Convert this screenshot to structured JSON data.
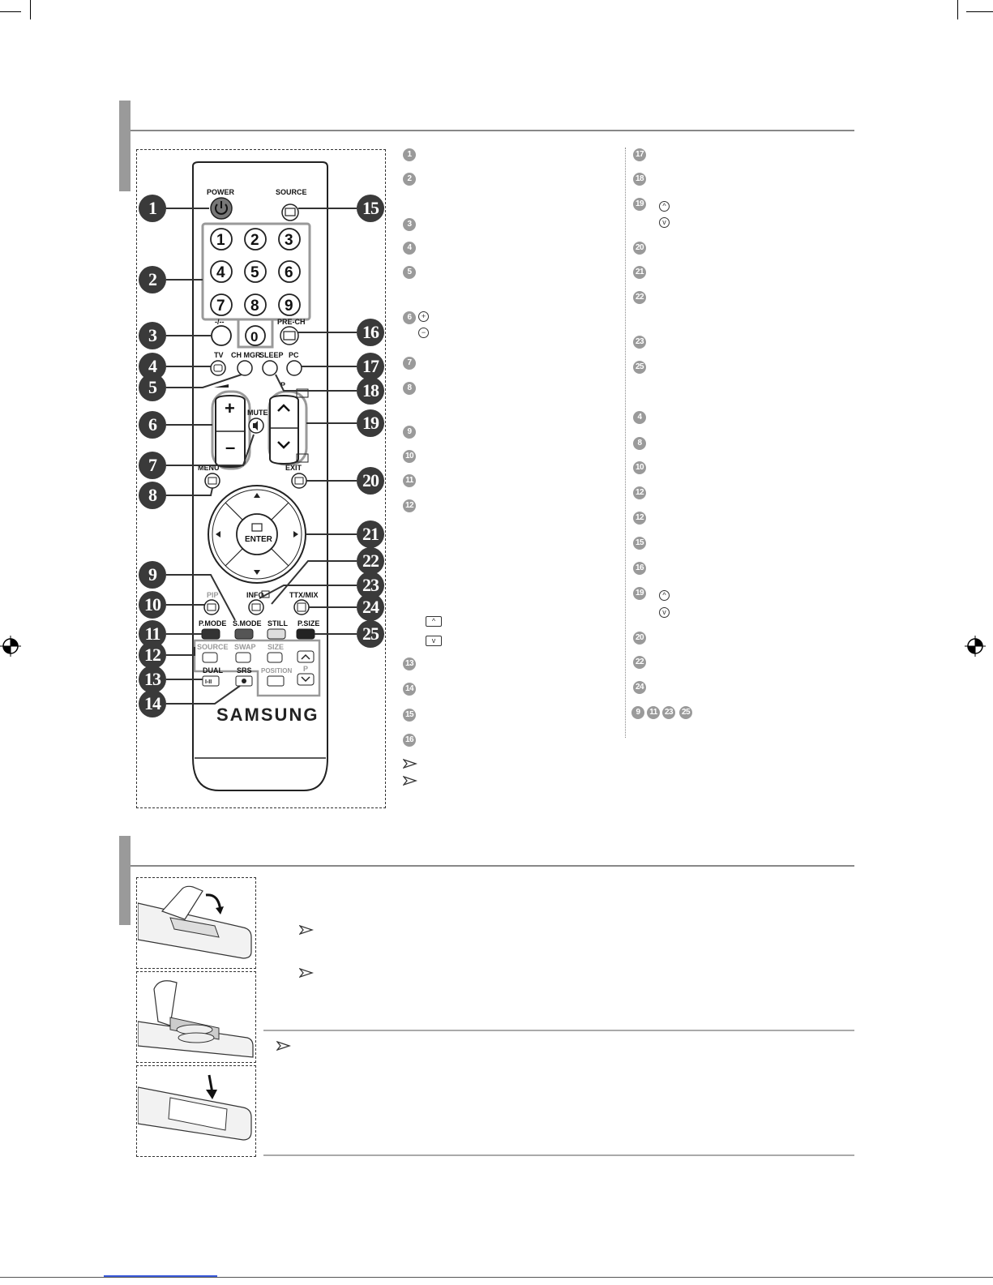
{
  "remote": {
    "brand": "SAMSUNG",
    "labels": {
      "power": "POWER",
      "source": "SOURCE",
      "pre_ch": "PRE-CH",
      "dash": "-/--",
      "tv": "TV",
      "ch_mgr": "CH MGR",
      "sleep": "SLEEP",
      "pc": "PC",
      "p": "P",
      "mute": "MUTE",
      "menu": "MENU",
      "exit": "EXIT",
      "enter": "ENTER",
      "info": "INFO",
      "pip": "PIP",
      "ttx_mix": "TTX/MIX",
      "p_mode": "P.MODE",
      "s_mode": "S.MODE",
      "still": "STILL",
      "p_size": "P.SIZE",
      "source_small": "SOURCE",
      "swap": "SWAP",
      "size": "SIZE",
      "dual": "DUAL",
      "srs": "SRS",
      "position": "POSITION",
      "p_small": "P",
      "dual_glyph": "I-II"
    },
    "digits": [
      "1",
      "2",
      "3",
      "4",
      "5",
      "6",
      "7",
      "8",
      "9",
      "0"
    ],
    "callouts_left": [
      "1",
      "2",
      "3",
      "4",
      "5",
      "6",
      "7",
      "8",
      "9",
      "10",
      "11",
      "12",
      "13",
      "14"
    ],
    "callouts_right": [
      "15",
      "16",
      "17",
      "18",
      "19",
      "20",
      "21",
      "22",
      "23",
      "24",
      "25"
    ]
  },
  "legend": {
    "col1": [
      "1",
      "2",
      "3",
      "4",
      "5",
      "6",
      "7",
      "8",
      "9",
      "10",
      "11",
      "12",
      "13",
      "14",
      "15",
      "16"
    ],
    "col2": [
      "17",
      "18",
      "19",
      "20",
      "21",
      "22",
      "23",
      "25",
      "4",
      "8",
      "10",
      "12",
      "12",
      "15",
      "16",
      "19",
      "20",
      "22",
      "24"
    ],
    "col2_last": [
      "9",
      "11",
      "23",
      "25"
    ],
    "plus_glyph": "+",
    "minus_glyph": "−",
    "up_glyph": "^",
    "down_glyph": "v"
  }
}
